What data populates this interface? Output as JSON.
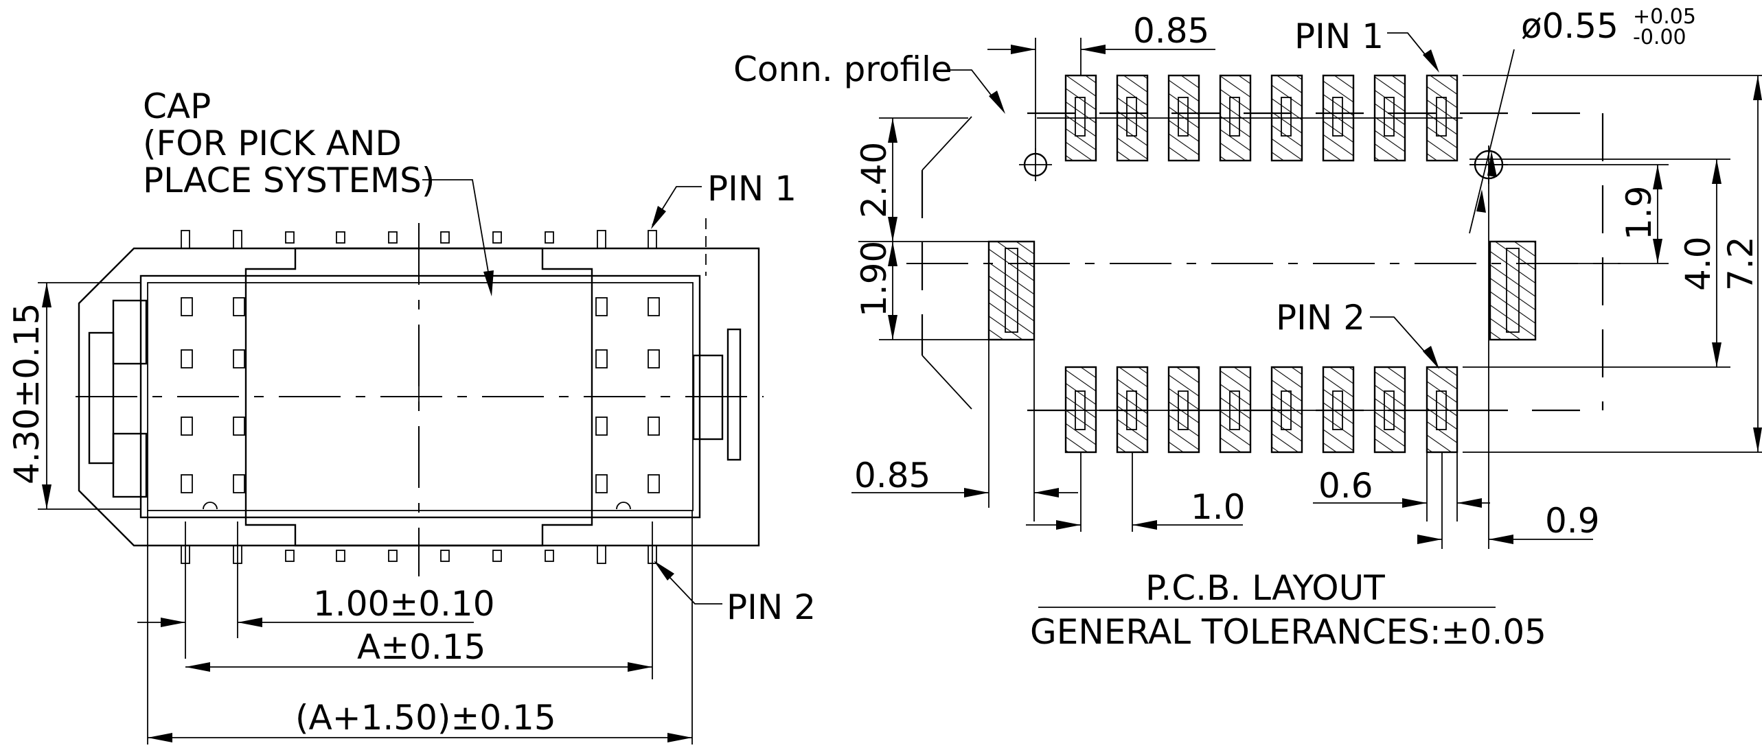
{
  "left_view": {
    "cap_label": [
      "CAP",
      "(FOR PICK AND",
      "PLACE SYSTEMS)"
    ],
    "pin1_label": "PIN 1",
    "pin2_label": "PIN 2",
    "height_dim": "4.30±0.15",
    "pitch_dim": "1.00±0.10",
    "a_dim": "A±0.15",
    "overall_dim": "(A+1.50)±0.15"
  },
  "pcb_layout": {
    "conn_profile_label": "Conn. profile",
    "pin1_label": "PIN 1",
    "pin2_label": "PIN 2",
    "hole_dim": "ø0.55",
    "hole_tol_plus": "+0.05",
    "hole_tol_minus": "-0.00",
    "dims": {
      "top_offset": "0.85",
      "left_top": "2.40",
      "left_mid": "1.90",
      "right_19": "1.9",
      "right_40": "4.0",
      "right_72": "7.2",
      "bottom_left": "0.85",
      "pitch": "1.0",
      "pad_width": "0.6",
      "hole_offset": "0.9"
    },
    "title": "P.C.B. LAYOUT",
    "tolerance_note": "GENERAL TOLERANCES:±0.05"
  }
}
